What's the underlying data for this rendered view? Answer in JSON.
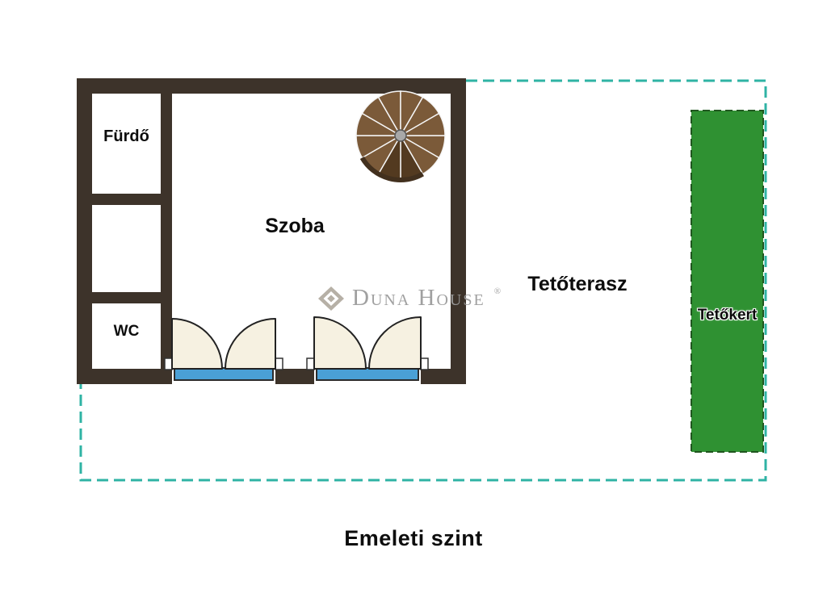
{
  "colors": {
    "wall": "#3d332a",
    "door_leaf": "#f6f1e1",
    "sill_blue": "#4aa0d6",
    "terrace_teal": "#2fb3a4",
    "garden_green": "#2f9132",
    "stair_brown": "#7b5a39",
    "stair_brown_dark": "#533a20",
    "watermark_gray": "#9b9b9b"
  },
  "labels": {
    "bathroom": "Fürdő",
    "wc": "WC",
    "room": "Szoba",
    "terrace": "Tetőterasz",
    "roof_garden": "Tetőkert",
    "caption": "Emeleti szint"
  },
  "watermark": {
    "brand": "Duna House",
    "registered": "®"
  }
}
